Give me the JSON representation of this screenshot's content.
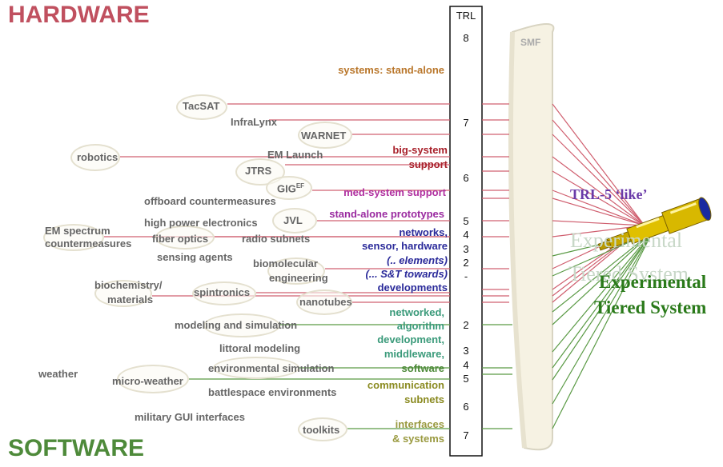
{
  "headings": {
    "hardware": "HARDWARE",
    "software": "SOFTWARE"
  },
  "trl": {
    "label": "TRL",
    "hw_levels": [
      "8",
      "7",
      "6",
      "5",
      "4",
      "3",
      "2",
      "-"
    ],
    "sw_levels": [
      "2",
      "3",
      "4",
      "5",
      "6",
      "7"
    ]
  },
  "smf": {
    "label": "SMF"
  },
  "hardware_nodes": {
    "tacsat": "TacSAT",
    "infralynx": "InfraLynx",
    "warnet": "WARNET",
    "robotics": "robotics",
    "em_launch": "EM Launch",
    "jtrs": "JTRS",
    "gig": "GIG",
    "gig_sup": "EF",
    "offboard": "offboard countermeasures",
    "high_power": "high power electronics",
    "jvl": "JVL",
    "em_spectrum_1": "EM spectrum",
    "em_spectrum_2": "countermeasures",
    "fiber_optics": "fiber optics",
    "radio_subnets": "radio subnets",
    "sensing_agents": "sensing agents",
    "biomolecular_1": "biomolecular",
    "biomolecular_2": "engineering",
    "biochemistry_1": "biochemistry/",
    "biochemistry_2": "materials",
    "spintronics": "spintronics",
    "nanotubes": "nanotubes"
  },
  "software_nodes": {
    "modeling": "modeling and simulation",
    "littoral": "littoral modeling",
    "weather": "weather",
    "micro_weather": "micro-weather",
    "env_sim": "environmental simulation",
    "battlespace": "battlespace environments",
    "gui": "military GUI interfaces",
    "toolkits": "toolkits"
  },
  "hardware_categories": {
    "standalone_systems": "systems: stand-alone",
    "big_system_1": "big-system",
    "big_system_2": "support",
    "med_system": "med-system support",
    "standalone_prototypes": "stand-alone prototypes",
    "networks_1": "networks,",
    "networks_2": "sensor, hardware",
    "networks_3": "(.. elements)",
    "networks_4": "(... S&T towards)",
    "networks_5": "developments"
  },
  "software_categories": {
    "networked_1": "networked,",
    "networked_2": "algorithm",
    "networked_3": "development,",
    "networked_4": "middleware,",
    "networked_5": "software",
    "comm_1": "communication",
    "comm_2": "subnets",
    "interfaces_1": "interfaces",
    "interfaces_2": "& systems"
  },
  "output": {
    "trl5_like": "TRL-5 ‘like’",
    "ghost_1": "Experimental",
    "ghost_2": "Tiered System",
    "label_1": "Experimental",
    "label_2": "Tiered System"
  },
  "colors": {
    "hardware": "#c0505f",
    "software": "#4e8a3a",
    "hw_line": "#d06070",
    "sw_line": "#5a9a45",
    "standalone_systems": "#b9762a",
    "big_system": "#a8202a",
    "med_system": "#b030a0",
    "standalone_prototypes": "#9a2aa0",
    "networks": "#2a2a9a",
    "networked": "#3a9a7a",
    "comm": "#8a8a20",
    "interfaces": "#9a9a40",
    "trl5": "#6a3aa8",
    "output": "#2a7a1a",
    "ghost": "#c8d8c8",
    "telescope": "#d8b800"
  }
}
